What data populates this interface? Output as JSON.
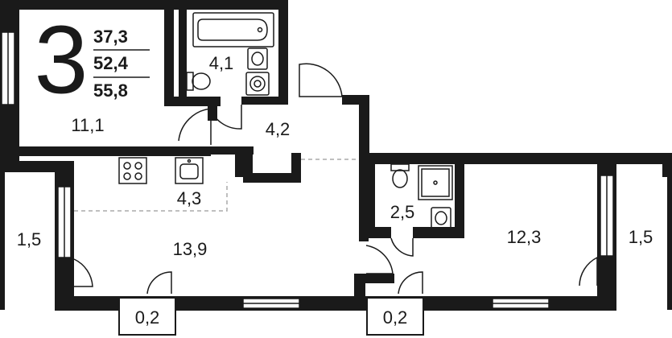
{
  "plan": {
    "room_count": "3",
    "areas": {
      "living": "37,3",
      "total": "52,4",
      "total_with_balconies": "55,8"
    },
    "rooms": {
      "bedroom_small": "11,1",
      "bathroom_main": "4,1",
      "hallway": "4,2",
      "kitchen": "4,3",
      "living_room": "13,9",
      "balcony_left": "1,5",
      "bathroom_small": "2,5",
      "bedroom_right": "12,3",
      "balcony_right": "1,5",
      "niche_left": "0,2",
      "niche_right": "0,2"
    }
  }
}
